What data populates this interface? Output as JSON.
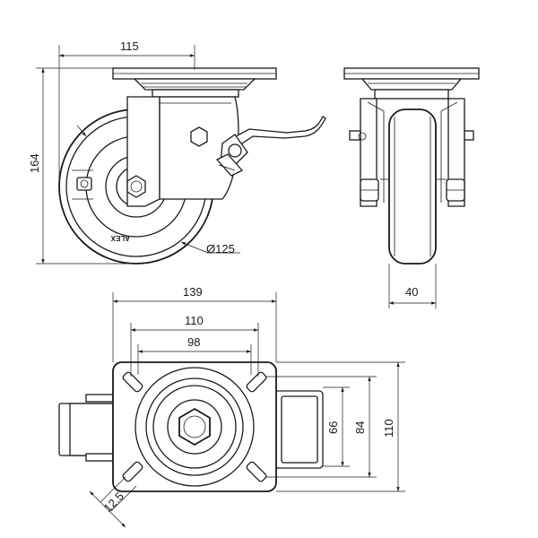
{
  "dimensions": {
    "mount_width": "115",
    "total_height": "164",
    "wheel_diameter": "Ø125",
    "wheel_width": "40",
    "plate_length": "139",
    "plate_width": "110",
    "hole_spacing_outer": "110",
    "hole_spacing_inner": "98",
    "slot_size": "12.5",
    "hole_spacing_side_66": "66",
    "hole_spacing_side_84": "84"
  },
  "brand": {
    "logo_text": "ALEX"
  },
  "colors": {
    "line": "#1a1a1a",
    "background": "#ffffff"
  }
}
